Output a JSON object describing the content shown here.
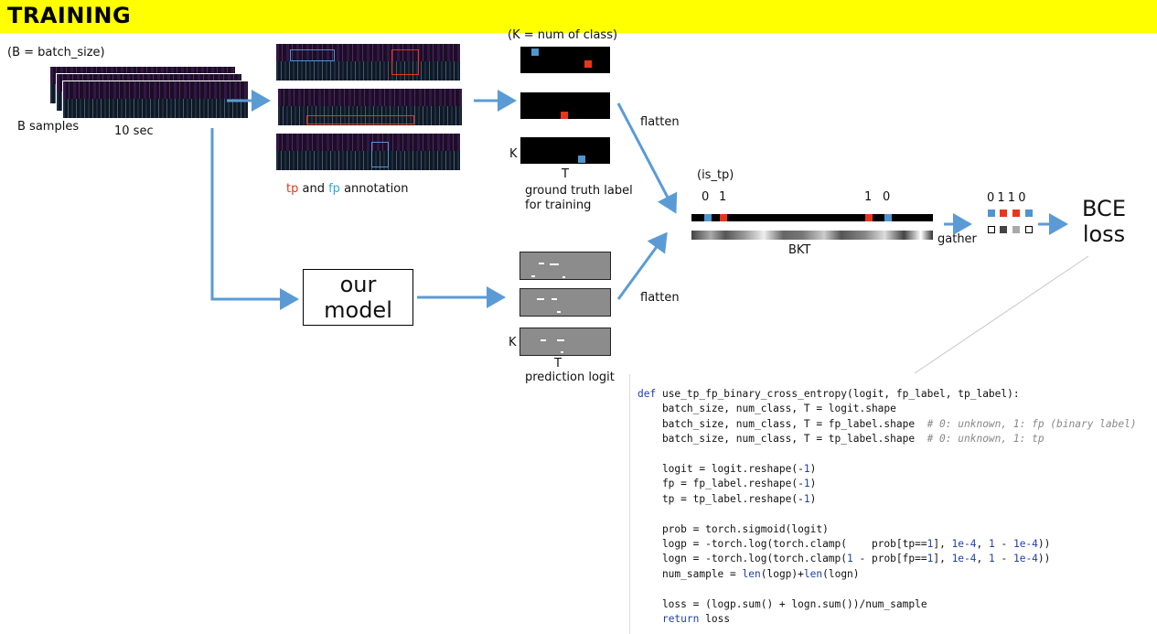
{
  "title": "TRAINING",
  "labels": {
    "batch": "(B = batch_size)",
    "b_samples": "B samples",
    "ten_sec": "10 sec",
    "annotation_tp": "tp",
    "annotation_and": " and ",
    "annotation_fp": "fp",
    "annotation_rest": " annotation",
    "num_class": "(K = num of class)",
    "k_top": "K",
    "t_top": "T",
    "gt_label": "ground truth label",
    "for_training": "for training",
    "flatten_top": "flatten",
    "is_tp": "(is_tp)",
    "is_tp_values": [
      "0",
      "1",
      "1",
      "0"
    ],
    "bkt": "BKT",
    "gather": "gather",
    "gathered_values": "0 1 1 0",
    "bce": "BCE",
    "loss": "loss",
    "model_line1": "our",
    "model_line2": "model",
    "flatten_bottom": "flatten",
    "k_bottom": "K",
    "t_bottom": "T",
    "prediction_logit": "prediction logit"
  },
  "colors": {
    "banner": "#ffff00",
    "tp_red": "#e8361a",
    "fp_blue": "#4f95d0",
    "arrow": "#5b9bd5"
  },
  "code_lines": [
    "def use_tp_fp_binary_cross_entropy(logit, fp_label, tp_label):",
    "    batch_size, num_class, T = logit.shape",
    "    batch_size, num_class, T = fp_label.shape  # 0: unknown, 1: fp (binary label)",
    "    batch_size, num_class, T = tp_label.shape  # 0: unknown, 1: tp",
    "",
    "    logit = logit.reshape(-1)",
    "    fp = fp_label.reshape(-1)",
    "    tp = tp_label.reshape(-1)",
    "",
    "    prob = torch.sigmoid(logit)",
    "    logp = -torch.log(torch.clamp(    prob[tp==1], 1e-4, 1 - 1e-4))",
    "    logn = -torch.log(torch.clamp(1 - prob[fp==1], 1e-4, 1 - 1e-4))",
    "    num_sample = len(logp)+len(logn)",
    "",
    "    loss = (logp.sum() + logn.sum())/num_sample",
    "    return loss"
  ]
}
